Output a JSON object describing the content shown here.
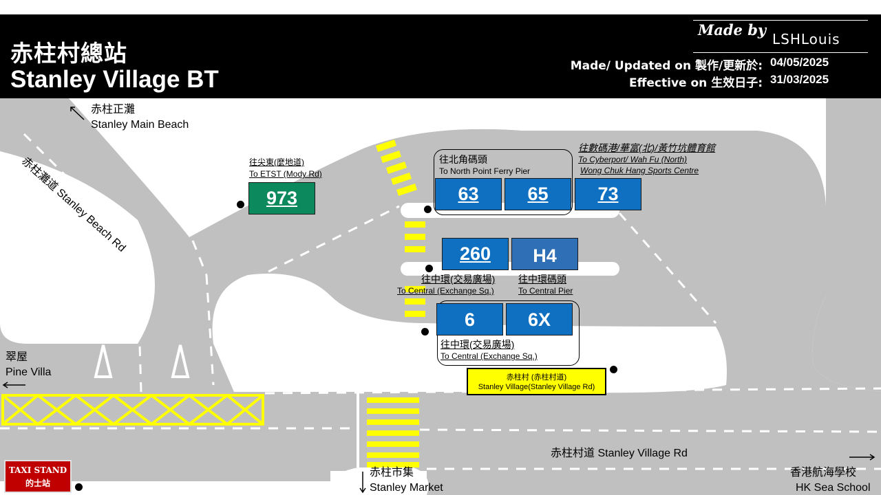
{
  "header": {
    "title_zh": "赤柱村總站",
    "title_en": "Stanley Village BT",
    "made_by": "Made by",
    "author": "LSHLouis",
    "made_updated_label": "Made/ Updated on 製作/更新於:",
    "made_updated_value": "04/05/2025",
    "effective_label": "Effective on 生效日子:",
    "effective_value": "31/03/2025"
  },
  "roads": {
    "stanley_beach_rd": "赤柱灘道 Stanley Beach Rd",
    "stanley_village_rd": "赤柱村道 Stanley Village Rd"
  },
  "places": {
    "main_beach_zh": "赤柱正灘",
    "main_beach_en": "Stanley Main Beach",
    "pine_villa_zh": "翠屋",
    "pine_villa_en": "Pine Villa",
    "market_zh": "赤柱市集",
    "market_en": "Stanley Market",
    "sea_school_zh": "香港航海學校",
    "sea_school_en": "HK Sea School"
  },
  "destinations": {
    "etst_zh": "往尖東(麼地道)",
    "etst_en": "To ETST (Mody Rd)",
    "north_point_zh": "往北角碼頭",
    "north_point_en": "To North Point Ferry Pier",
    "cyberport_zh": "往數碼港/華富(北)/黃竹坑體育館",
    "cyberport_en1": "To Cyberport/ Wah Fu (North)",
    "cyberport_en2": "Wong Chuk Hang Sports Centre",
    "central_exchange_zh": "往中環(交易廣場)",
    "central_exchange_en": "To Central (Exchange Sq.)",
    "central_pier_zh": "往中環碼頭",
    "central_pier_en": "To Central Pier",
    "central_exchange2_zh": "往中環(交易廣場)",
    "central_exchange2_en": "To Central (Exchange Sq.)"
  },
  "routes": {
    "r973": "973",
    "r63": "63",
    "r65": "65",
    "r73": "73",
    "r260": "260",
    "rH4": "H4",
    "r6": "6",
    "r6X": "6X"
  },
  "stop_sign": {
    "line1": "赤柱村 (赤柱村道)",
    "line2": "Stanley Village(Stanley Village Rd)"
  },
  "taxi": {
    "line1": "TAXI STAND",
    "line2": "的士站"
  },
  "colors": {
    "road": "#c0c0c0",
    "bay_blue": "#0f6fc0",
    "bay_blue_light": "#2f6fb5",
    "bay_green": "#0c8a5e",
    "yellow": "#ffff00",
    "taxi_red": "#c00000"
  }
}
